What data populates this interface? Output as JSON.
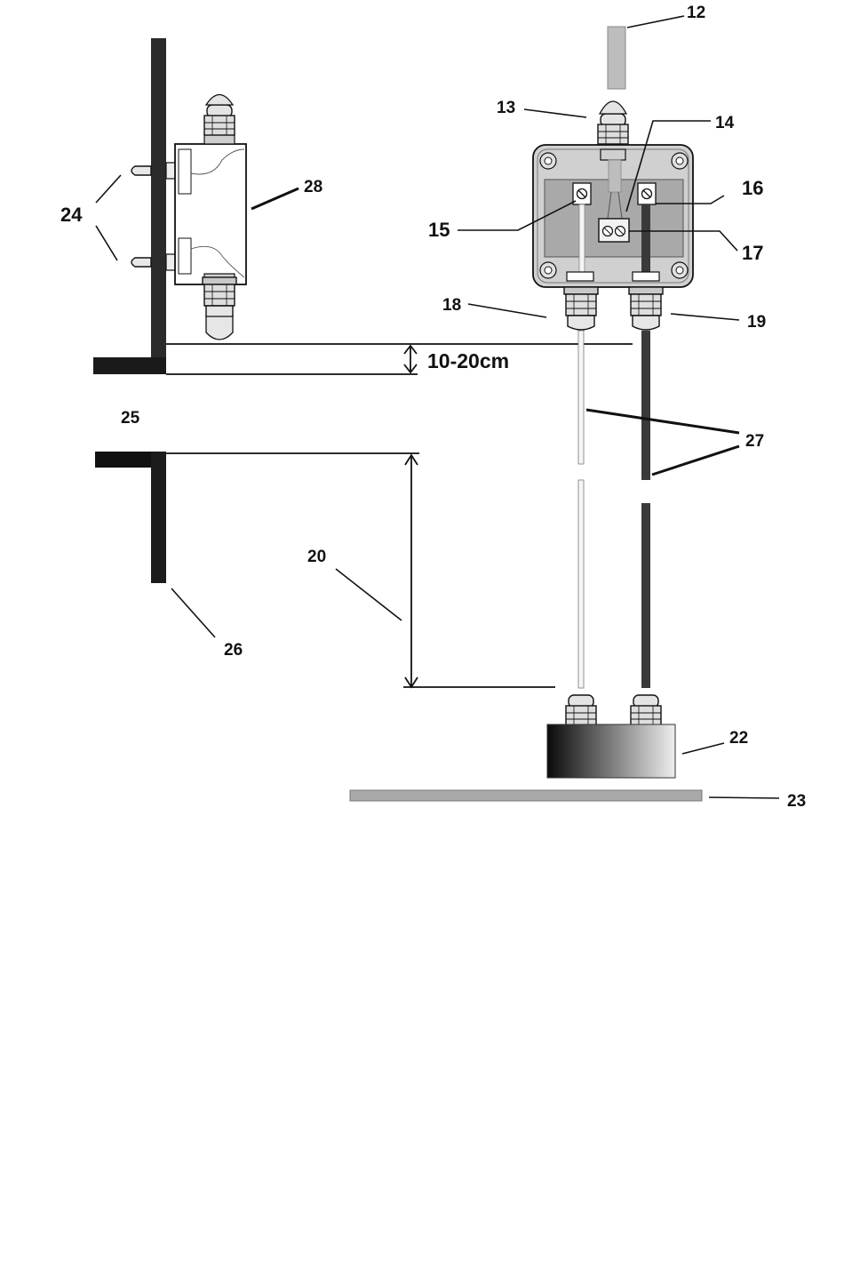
{
  "labels": {
    "l12": "12",
    "l13": "13",
    "l14": "14",
    "l15": "15",
    "l16": "16",
    "l17": "17",
    "l18": "18",
    "l19": "19",
    "l20": "20",
    "l22": "22",
    "l23": "23",
    "l24": "24",
    "l25": "25",
    "l26": "26",
    "l27": "27",
    "l28": "28"
  },
  "dimension": {
    "gap_label": "10-20cm"
  },
  "colors": {
    "ink": "#111111",
    "wall": "#2b2b2b",
    "gland": "#dcdcdc",
    "box_outer": "#c9c9c9",
    "box_inner": "#a8a8a8",
    "cable_light": "#bdbdbd",
    "cable_dark": "#3a3a3a",
    "ground_plate": "#a9a9a9"
  }
}
